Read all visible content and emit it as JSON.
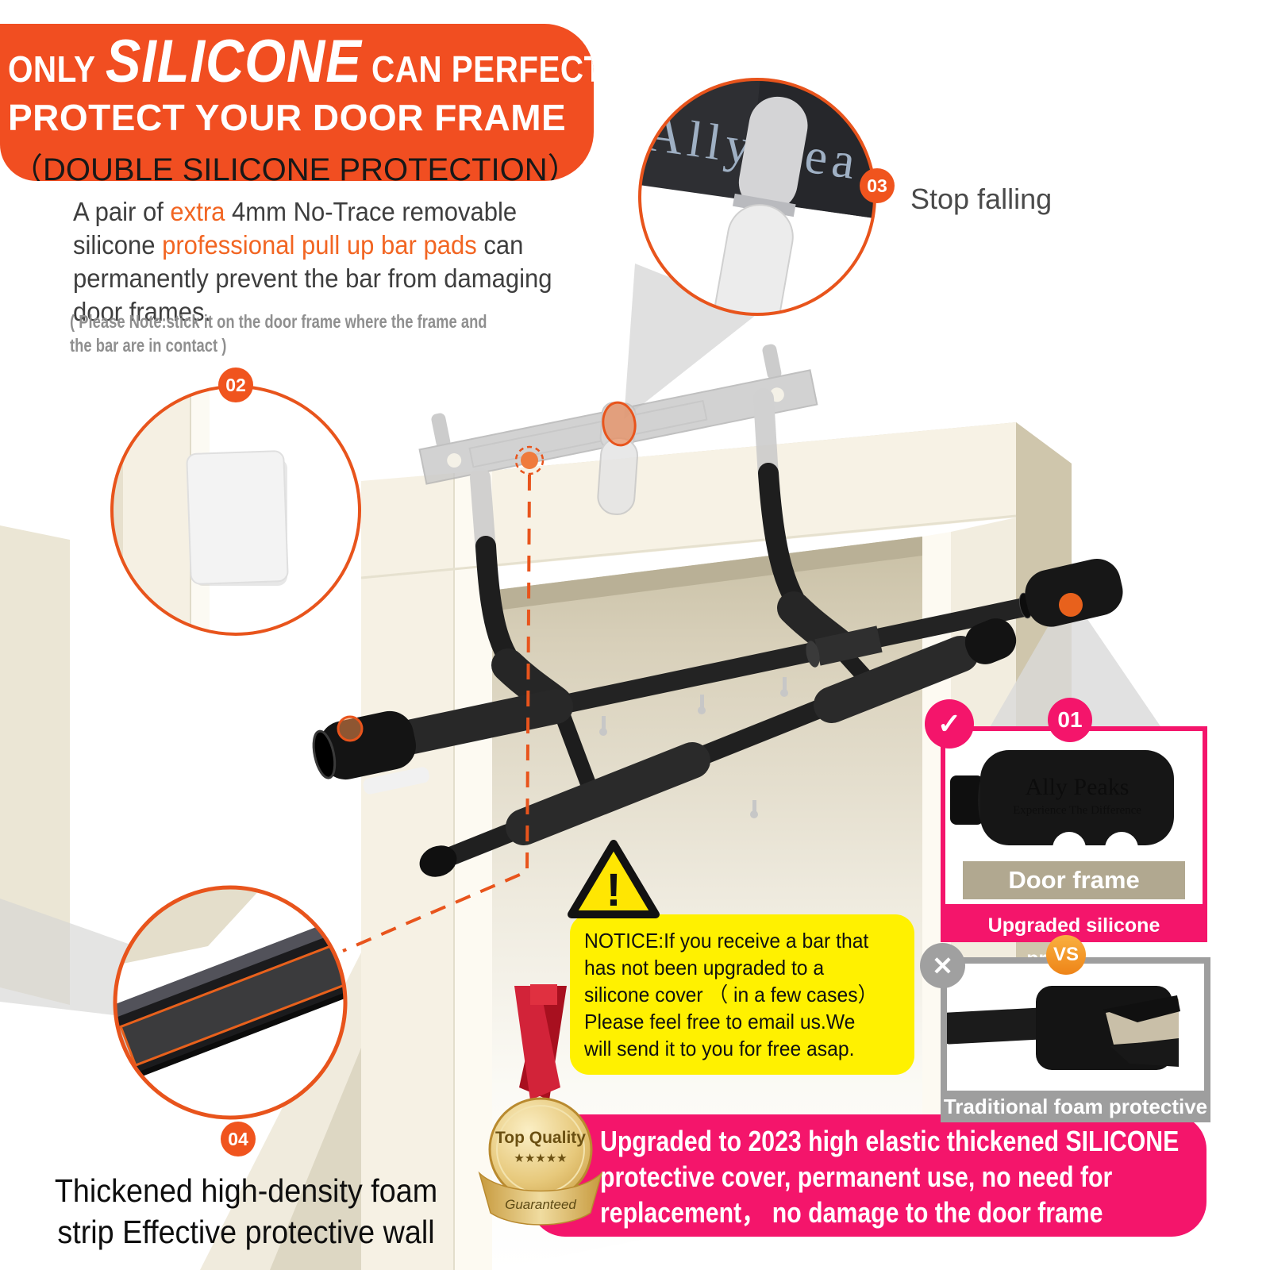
{
  "colors": {
    "accent_orange": "#F14E21",
    "marker_orange": "#E8611C",
    "accent_pink": "#F4156B",
    "notice_yellow": "#FFF100",
    "label_gray": "#9E9E9E",
    "doorframe_tan": "#B1A890"
  },
  "header_box": {
    "line1_pre": "ONLY",
    "line1_em": "SILICONE",
    "line1_post": "CAN PERFECTLY",
    "line2": "PROTECT YOUR DOOR FRAME",
    "line3": "（DOUBLE SILICONE PROTECTION）"
  },
  "intro": {
    "l1_a": "A pair of ",
    "l1_b": "extra",
    "l1_c": " 4mm No-Trace removable",
    "l2_a": "silicone ",
    "l2_b": "professional pull up bar pads",
    "l2_c": " can",
    "l3": "permanently prevent the bar from damaging",
    "l4": "door frames."
  },
  "note": {
    "line1": "( Please Note:stick it on the door frame where the frame and",
    "line2": "the bar are in contact )"
  },
  "callouts": {
    "c01": {
      "badge": "01",
      "door_frame_label": "Door frame",
      "upgraded_label": "Upgraded silicone protective",
      "check_glyph": "✓",
      "grip_brand": "Ally Peaks",
      "grip_tagline": "Experience The Difference"
    },
    "c02": {
      "badge": "02"
    },
    "c03": {
      "badge": "03",
      "label": "Stop falling",
      "panel_brand": "Ally Pea"
    },
    "c04": {
      "badge": "04",
      "caption_line1": "Thickened high-density foam",
      "caption_line2": "strip Effective protective wall"
    },
    "vs_label": "VS",
    "x_glyph": "✕",
    "traditional_label": "Traditional foam protective"
  },
  "notice": {
    "warning_glyph": "!",
    "lines": [
      "NOTICE:If you receive a bar that",
      "has not been upgraded to a",
      "silicone cover （ in a few cases）",
      "Please feel free to email us.We",
      "will send it to you for free asap."
    ]
  },
  "banner": {
    "line1": "Upgraded to 2023 high elastic thickened SILICONE",
    "line2": "protective cover, permanent use, no need for",
    "line3": "replacement，  no damage to the door frame"
  },
  "medal": {
    "title": "Top Quality",
    "stars": "★★★★★",
    "ribbon_label": "Guaranteed"
  }
}
